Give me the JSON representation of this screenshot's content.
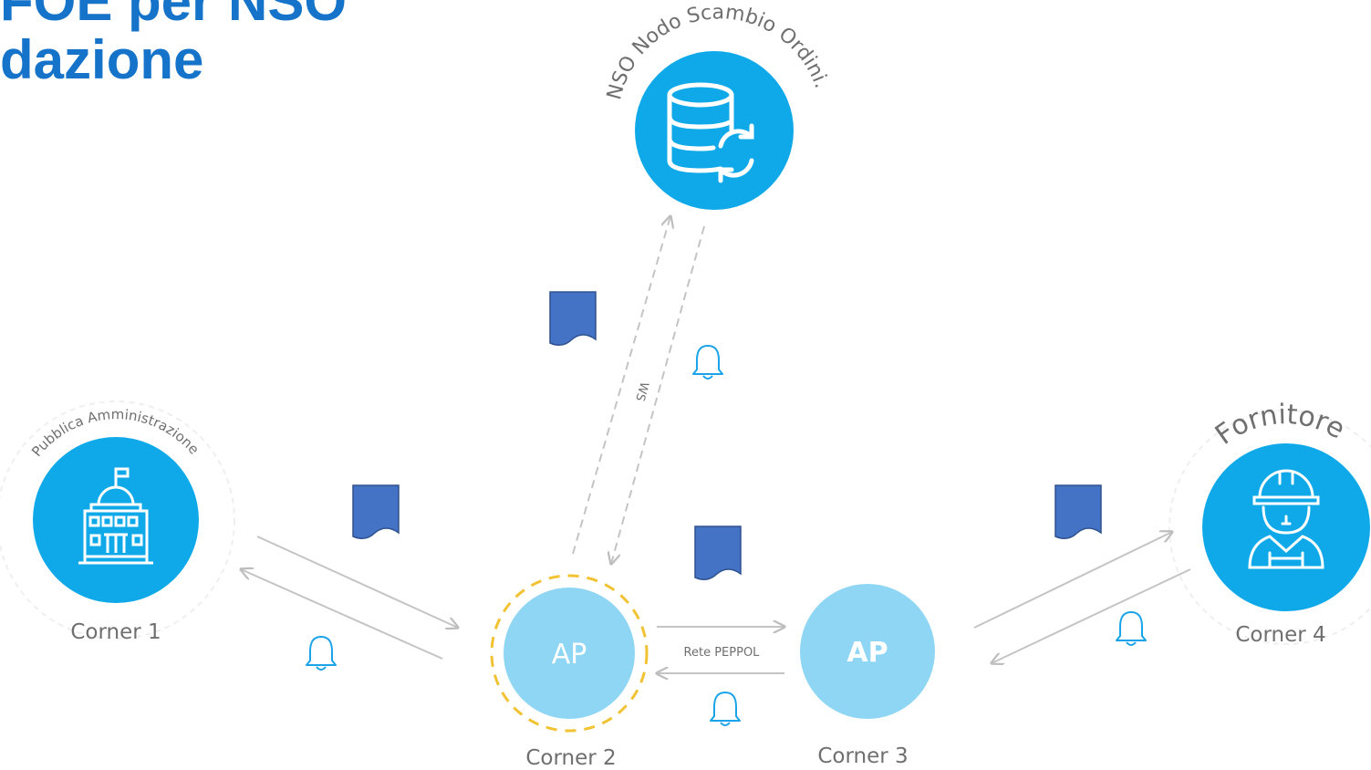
{
  "title": {
    "line1": "FOE per NSO",
    "line2": "dazione"
  },
  "nodes": {
    "nso": {
      "label": "NSO Nodo Scambio Ordini.",
      "icon": "database-sync-icon"
    },
    "pa": {
      "label": "Pubblica Amministrazione",
      "icon": "government-building-icon"
    },
    "fornitore": {
      "label": "Fornitore",
      "icon": "worker-helmet-icon"
    },
    "ap2": {
      "text": "AP"
    },
    "ap3": {
      "text": "AP"
    }
  },
  "corners": {
    "c1": "Corner 1",
    "c2": "Corner 2",
    "c3": "Corner 3",
    "c4": "Corner 4"
  },
  "connections": {
    "ws": "WS",
    "peppol": "Rete PEPPOL"
  },
  "icons": {
    "document": "document-icon",
    "notification": "bell-icon"
  },
  "colors": {
    "title": "#1574c9",
    "node": "#0fa9e9",
    "ap": "#8fd6f4",
    "document": "#4472c4",
    "highlight": "#f1c232",
    "arrow": "#bdbdbd"
  }
}
